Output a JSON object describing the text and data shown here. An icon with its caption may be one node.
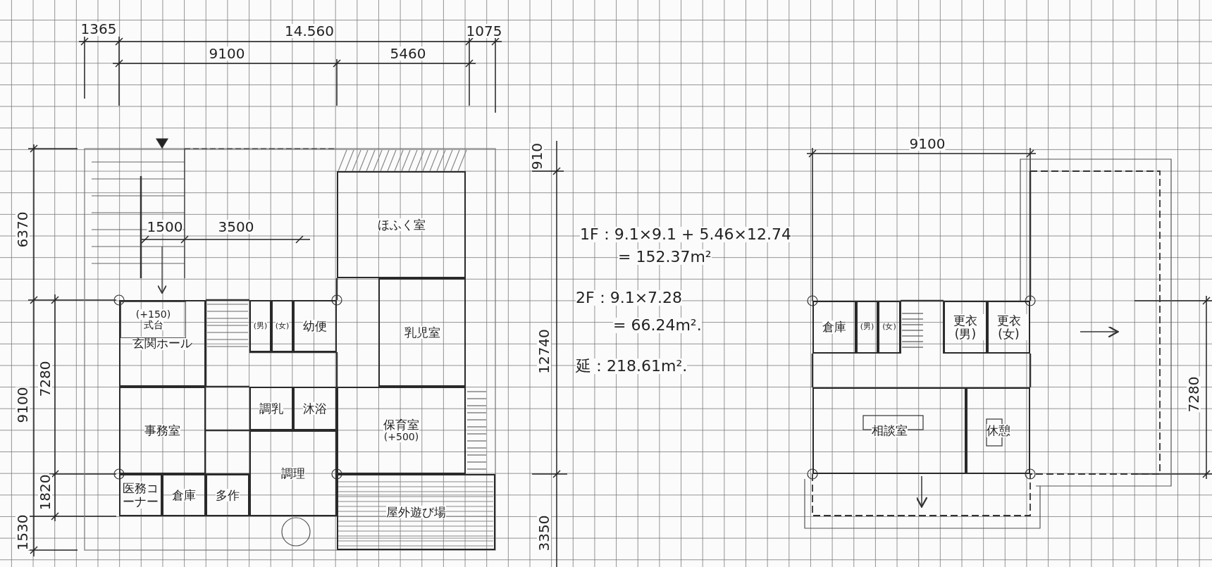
{
  "diagram": {
    "nodes": [
      {
        "text": [
          "ほふく室"
        ]
      },
      {
        "text": [
          "乳児室"
        ]
      },
      {
        "text": [
          "玄関ホール"
        ]
      },
      {
        "text": [
          "(+150)",
          "式台"
        ],
        "in": 2
      },
      {
        "text": [
          "(男)"
        ]
      },
      {
        "text": [
          "(女)"
        ]
      },
      {
        "text": [
          "幼便"
        ]
      },
      {
        "text": [
          "調乳"
        ]
      },
      {
        "text": [
          "沐浴"
        ]
      },
      {
        "text": [
          "事務室"
        ]
      },
      {
        "text": [
          "保育室",
          "(+500)"
        ]
      },
      {
        "text": [
          "調理"
        ]
      },
      {
        "text": [
          "医務コーナー"
        ]
      },
      {
        "text": [
          "倉庫"
        ]
      },
      {
        "text": [
          "多作"
        ]
      },
      {
        "text": [
          "屋外遊び場"
        ]
      },
      {
        "text": [
          "倉庫"
        ]
      },
      {
        "text": [
          "(男)"
        ]
      },
      {
        "text": [
          "(女)"
        ]
      },
      {
        "text": [
          "更衣(男)"
        ]
      },
      {
        "text": [
          "更衣(女)"
        ]
      },
      {
        "text": [
          "相談室"
        ]
      },
      {
        "text": [
          "休憩"
        ]
      }
    ],
    "labels": [
      "1365",
      "14.560",
      "1075",
      "9100",
      "5460",
      "9100",
      "910",
      "6370",
      "1500",
      "3500",
      "1F：9.1×9.1 + 5.46×12.74",
      "= 152.37m²",
      "2F：9.1×7.28",
      "= 66.24m².",
      "12740",
      "延：218.61m².",
      "7280",
      "9100",
      "7280",
      "1820",
      "1530",
      "3350"
    ]
  }
}
